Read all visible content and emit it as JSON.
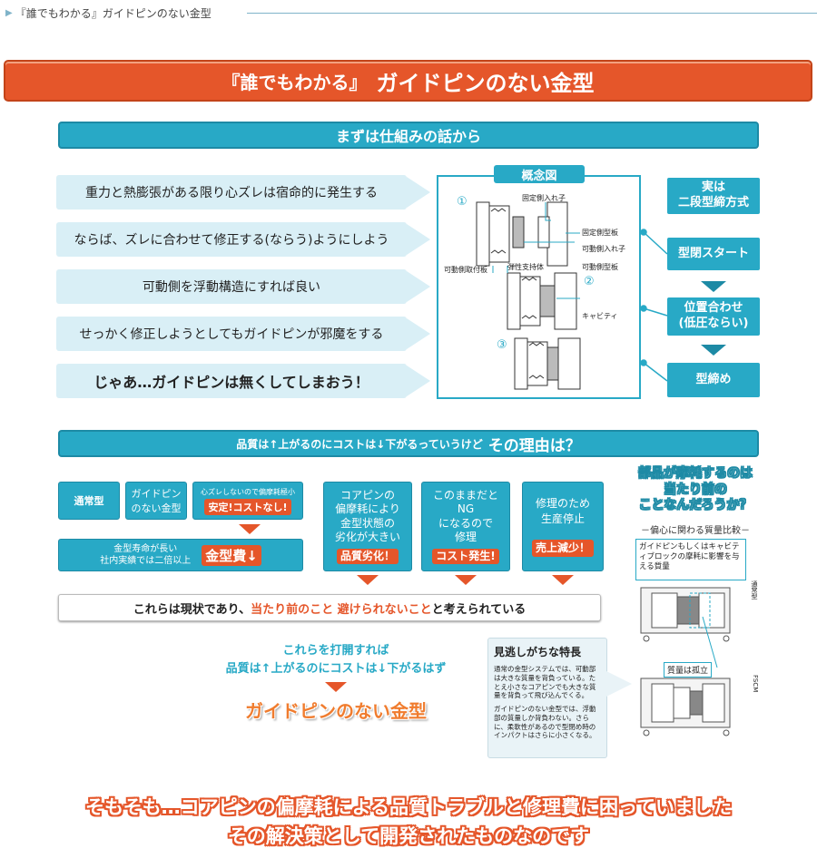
{
  "breadcrumb": {
    "text": "『誰でもわかる』ガイドピンのない金型"
  },
  "title": {
    "part1": "『誰でもわかる』",
    "part2": "ガイドピンのない金型"
  },
  "section1": {
    "title": "まずは仕組みの話から"
  },
  "steps": [
    {
      "text": "重力と熱膨張がある限り心ズレは宿命的に発生する"
    },
    {
      "text": "ならば、ズレに合わせて修正する(ならう)ようにしよう"
    },
    {
      "text": "可動側を浮動構造にすれば良い"
    },
    {
      "text": "せっかく修正しようとしてもガイドピンが邪魔をする"
    },
    {
      "text": "じゃあ…ガイドピンは無くしてしまおう！"
    }
  ],
  "concept": {
    "tag": "概念図",
    "labels": {
      "n1": "①",
      "n2": "②",
      "n3": "③",
      "fixed_insert": "固定側入れ子",
      "fixed_plate": "固定側型板",
      "movable_insert": "可動側入れ子",
      "movable_mount": "可動側取付板",
      "elastic": "弾性支持体",
      "movable_plate": "可動側型板",
      "cavity": "キャビティ"
    }
  },
  "flow": [
    {
      "line1": "実は",
      "line2": "二段型締方式"
    },
    {
      "line1": "型閉スタート",
      "line2": ""
    },
    {
      "line1": "位置合わせ",
      "line2": "(低圧ならい)"
    },
    {
      "line1": "型締め",
      "line2": ""
    }
  ],
  "section2": {
    "small": "品質は↑上がるのにコストは↓下がるっていうけど",
    "big": "その理由は？"
  },
  "reasons": {
    "normal": "通常型",
    "noguide_l1": "ガイドピン",
    "noguide_l2": "のない金型",
    "noguide_note": "心ズレしないので偏摩耗極小",
    "noguide_tag": "安定!コストなし!",
    "life_l1": "金型寿命が長い",
    "life_l2": "社内実績では二倍以上",
    "life_tag": "金型費↓",
    "core_l1": "コアピンの",
    "core_l2": "偏摩耗により",
    "core_l3": "金型状態の",
    "core_l4": "劣化が大きい",
    "core_tag": "品質劣化！",
    "ng_l1": "このままだと",
    "ng_l2": "NG",
    "ng_l3": "になるので",
    "ng_l4": "修理",
    "ng_tag": "コスト発生!",
    "repair_l1": "修理のため",
    "repair_l2": "生産停止",
    "repair_tag": "売上減少！"
  },
  "summary": {
    "a": "これらは現状であり、",
    "b": "当たり前のこと 避けられないこと",
    "c": "と考えられている"
  },
  "breakthrough": {
    "l1": "これらを打開すれば",
    "l2": "品質は↑上がるのにコストは↓下がるはず",
    "result": "ガイドピンのない金型"
  },
  "question": {
    "l1": "部品が摩耗するのは",
    "l2": "当たり前の",
    "l3": "ことなんだろうか？",
    "sub": "－偏心に関わる質量比較－",
    "callout": "ガイドピンもしくはキャビティブロックの摩耗に影響を与える質量",
    "normal_label": "通常型",
    "fscm_label": "FSCM",
    "iso_label": "質量は孤立"
  },
  "overlook": {
    "title": "見逃しがちな特長",
    "p1": "通常の金型システムでは、可動部は大きな質量を背負っている。たとえ小さなコアピンでも大きな質量を背負って飛び込んでくる。",
    "p2": "ガイドピンのない金型では、浮動部の質量しか背負わない。さらに、柔軟性があるので型閉め時のインパクトはさらに小さくなる。"
  },
  "bottom": {
    "l1": "そもそも…コアピンの偏摩耗による品質トラブルと修理費に困っていました",
    "l2": "その解決策として開発されたものなのです"
  }
}
